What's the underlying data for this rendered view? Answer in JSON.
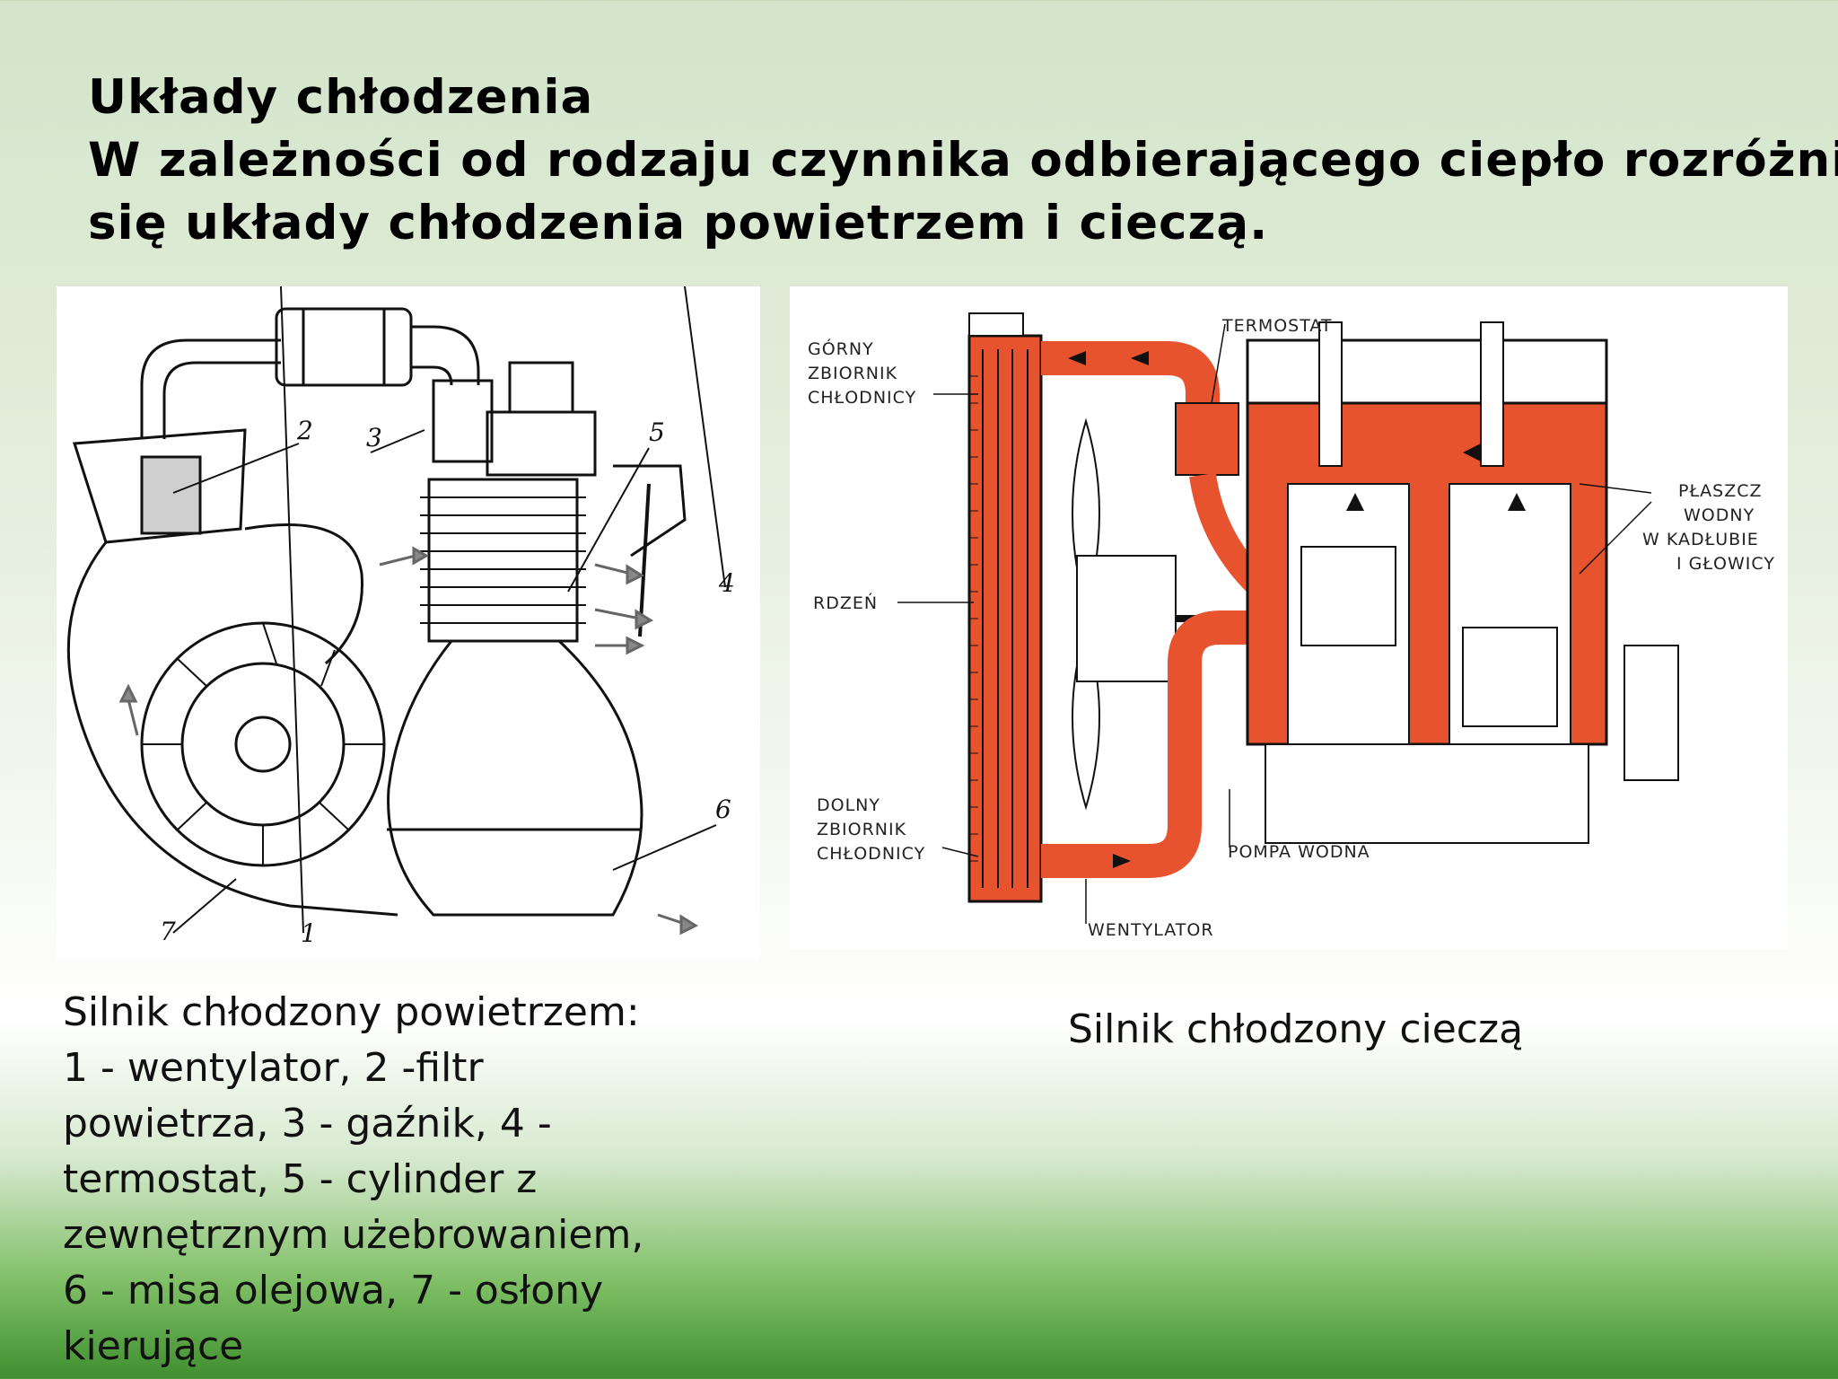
{
  "title": {
    "line1": "Układy chłodzenia",
    "line2": "W zależności od rodzaju czynnika odbierającego ciepło rozróżnia",
    "line3": "się układy chłodzenia powietrzem i cieczą."
  },
  "air_engine": {
    "part_numbers": [
      "1",
      "2",
      "3",
      "4",
      "5",
      "6",
      "7"
    ],
    "caption_lines": [
      "Silnik chłodzony powietrzem:",
      "1 - wentylator, 2 -filtr",
      "powietrza, 3 - gaźnik, 4 -",
      "termostat, 5 - cylinder z",
      "zewnętrznym użebrowaniem,",
      "6 - misa olejowa, 7 - osłony",
      "kierujące"
    ]
  },
  "liquid_engine": {
    "labels": {
      "upper_tank": [
        "GÓRNY",
        "ZBIORNIK",
        "CHŁODNICY"
      ],
      "thermostat": "TERMOSTAT",
      "core": "RDZEŃ",
      "water_jacket": [
        "PŁASZCZ",
        "WODNY",
        "W KADŁUBIE",
        "I GŁOWICY"
      ],
      "lower_tank": [
        "DOLNY",
        "ZBIORNIK",
        "CHŁODNICY"
      ],
      "water_pump": "POMPA WODNA",
      "fan": "WENTYLATOR"
    },
    "caption": "Silnik chłodzony cieczą",
    "coolant_color": "#e8532f"
  }
}
